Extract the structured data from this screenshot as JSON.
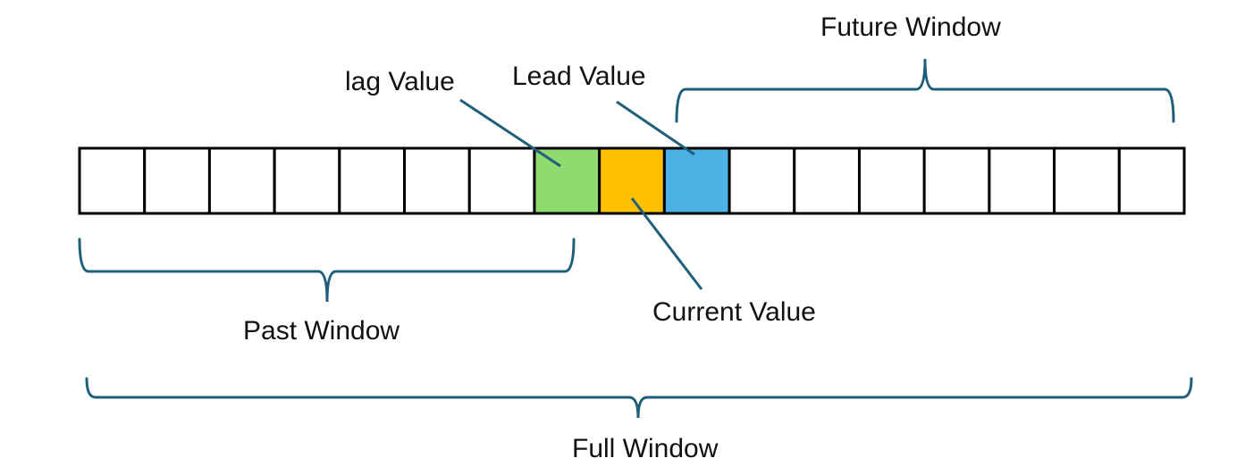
{
  "labels": {
    "future_window": "Future Window",
    "lag_value": "lag Value",
    "lead_value": "Lead Value",
    "past_window": "Past Window",
    "current_value": "Current Value",
    "full_window": "Full Window"
  },
  "cells": {
    "count": 17,
    "lag_index": 7,
    "current_index": 8,
    "lead_index": 9
  },
  "colors": {
    "cell_default": "#ffffff",
    "lag": "#8fdb6f",
    "current": "#ffc000",
    "lead": "#4cb1e4",
    "brace": "#1f5f7a",
    "cell_border": "#000000"
  }
}
